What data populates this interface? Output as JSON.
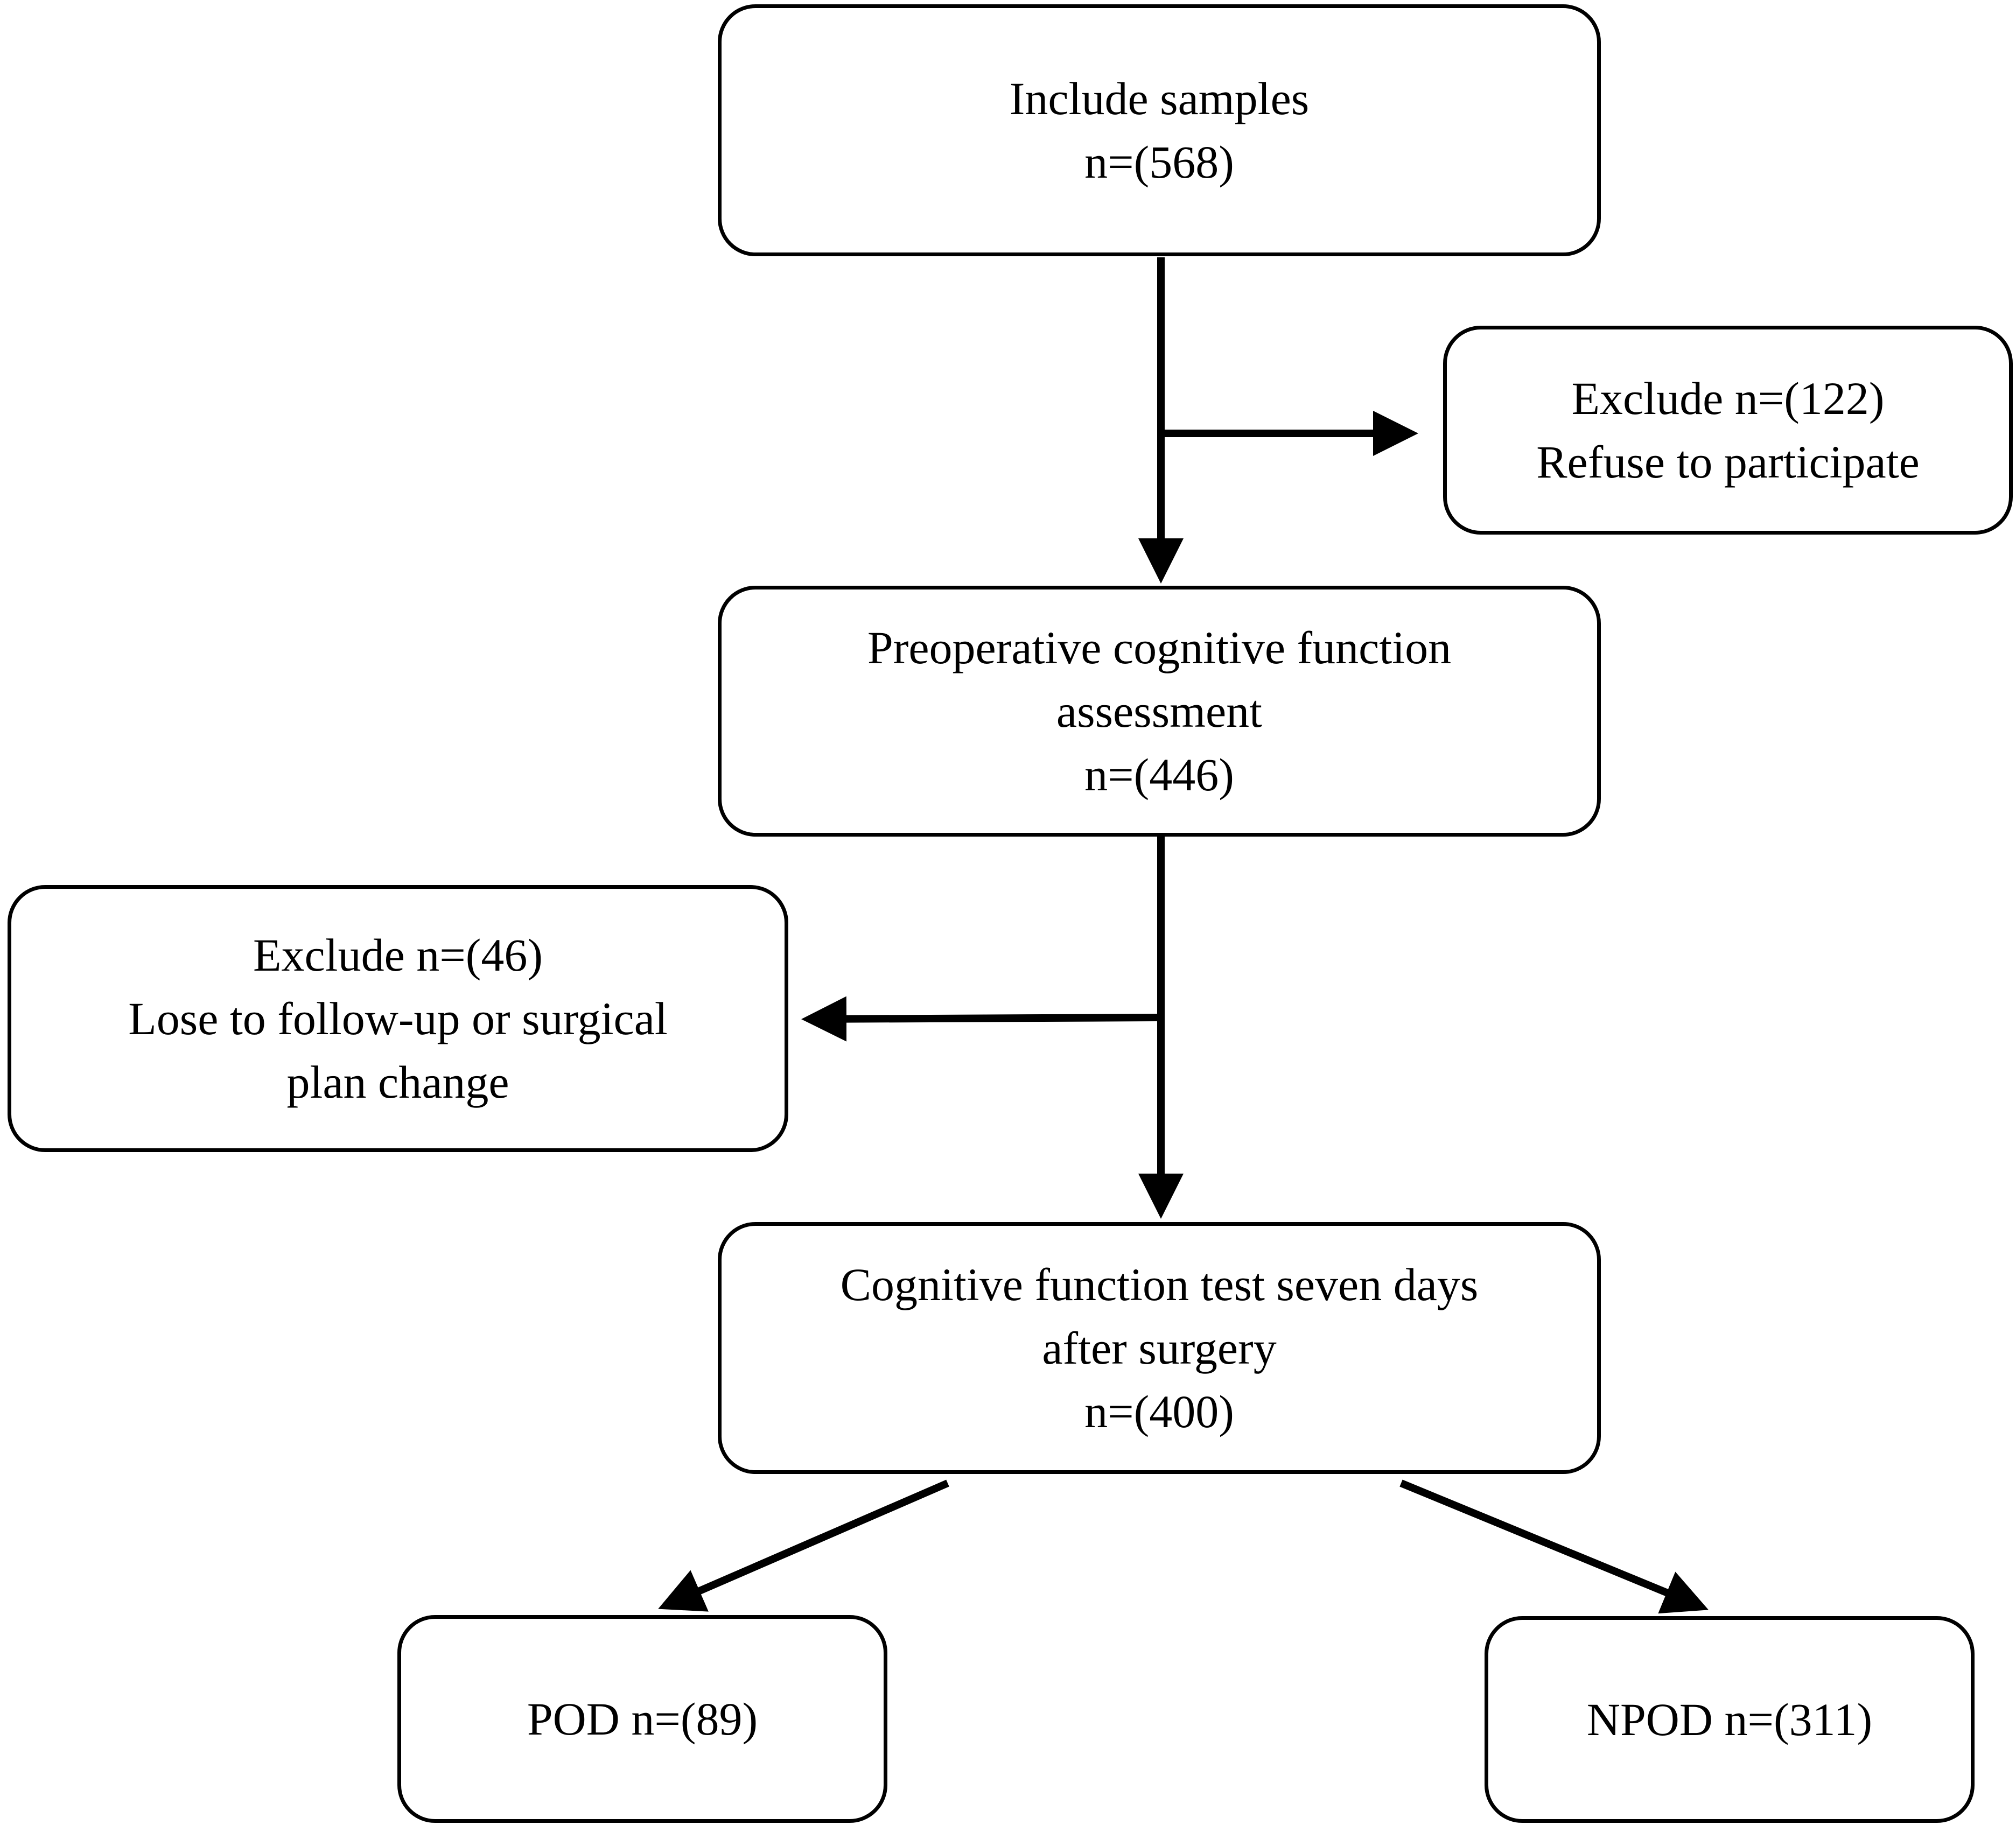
{
  "diagram": {
    "nodes": {
      "include": {
        "lines": [
          "Include samples",
          "n=(568)"
        ]
      },
      "exclude1": {
        "lines": [
          "Exclude n=(122)",
          "Refuse to participate"
        ]
      },
      "preop": {
        "lines": [
          "Preoperative cognitive function",
          "assessment",
          "n=(446)"
        ]
      },
      "exclude2": {
        "lines": [
          "Exclude n=(46)",
          "Lose to follow-up or surgical",
          "plan change"
        ]
      },
      "postop": {
        "lines": [
          "Cognitive function test seven days",
          "after surgery",
          "n=(400)"
        ]
      },
      "pod": {
        "lines": [
          "POD n=(89)"
        ]
      },
      "npod": {
        "lines": [
          "NPOD n=(311)"
        ]
      }
    },
    "edges": [
      {
        "from": "include",
        "to": "preop"
      },
      {
        "from": "include",
        "to": "exclude1"
      },
      {
        "from": "preop",
        "to": "postop"
      },
      {
        "from": "preop",
        "to": "exclude2"
      },
      {
        "from": "postop",
        "to": "pod"
      },
      {
        "from": "postop",
        "to": "npod"
      }
    ]
  }
}
